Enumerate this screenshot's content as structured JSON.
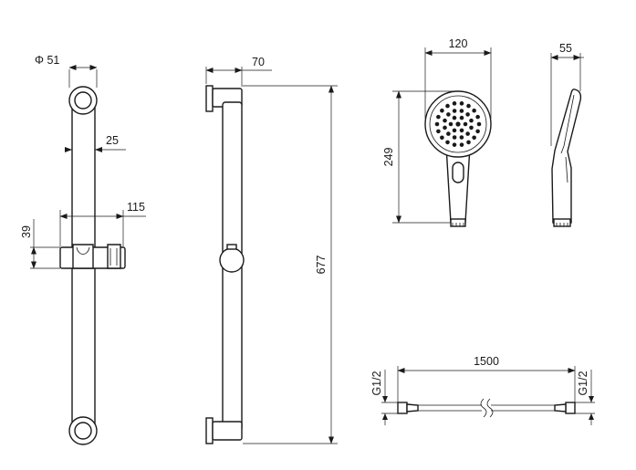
{
  "dimensions": {
    "bar_diameter": "Φ 51",
    "bar_tube_width": "25",
    "slider_width": "115",
    "slider_height": "39",
    "bar_depth": "70",
    "bar_length": "677",
    "head_width": "120",
    "head_depth": "55",
    "head_height": "249",
    "hose_length": "1500",
    "thread_left": "G1/2",
    "thread_right": "G1/2"
  },
  "colors": {
    "line": "#1a1a1a",
    "background": "#ffffff"
  }
}
